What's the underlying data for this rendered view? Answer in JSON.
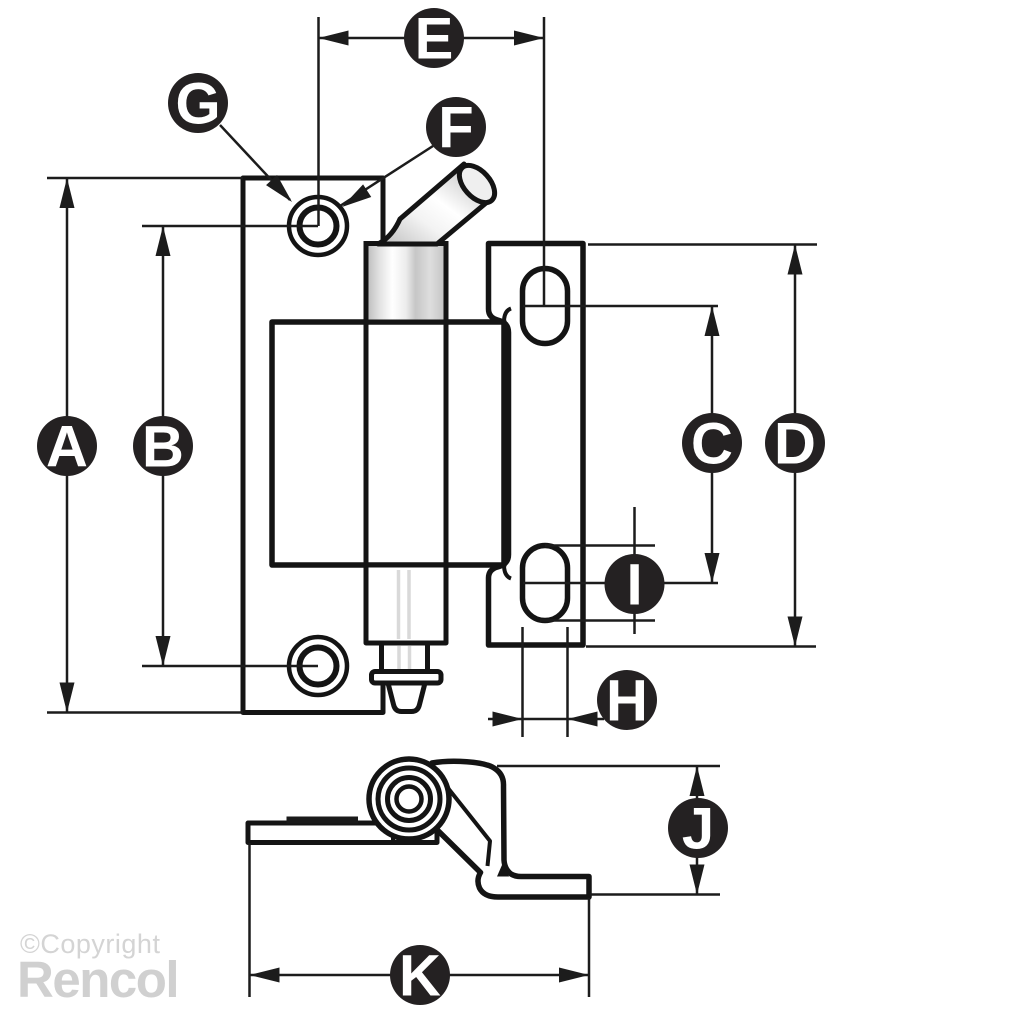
{
  "figure": {
    "type": "technical-dimension-drawing",
    "subject": "hinge with dimension callouts, top view and side view"
  },
  "labels": {
    "a": "A",
    "b": "B",
    "c": "C",
    "d": "D",
    "e": "E",
    "f": "F",
    "g": "G",
    "h": "H",
    "i": "I",
    "j": "J",
    "k": "K"
  },
  "watermark": {
    "line1": "©Copyright",
    "line2": "Rencol"
  },
  "colors": {
    "line": "#141414",
    "dimension_line": "#1c1c1c",
    "label_circle": "#242122",
    "label_letter": "#ffffff",
    "watermark": "#d2d2d2",
    "metal_highlight": "#ffffff",
    "metal_shade": "#c2c2c2",
    "background": "#ffffff"
  }
}
